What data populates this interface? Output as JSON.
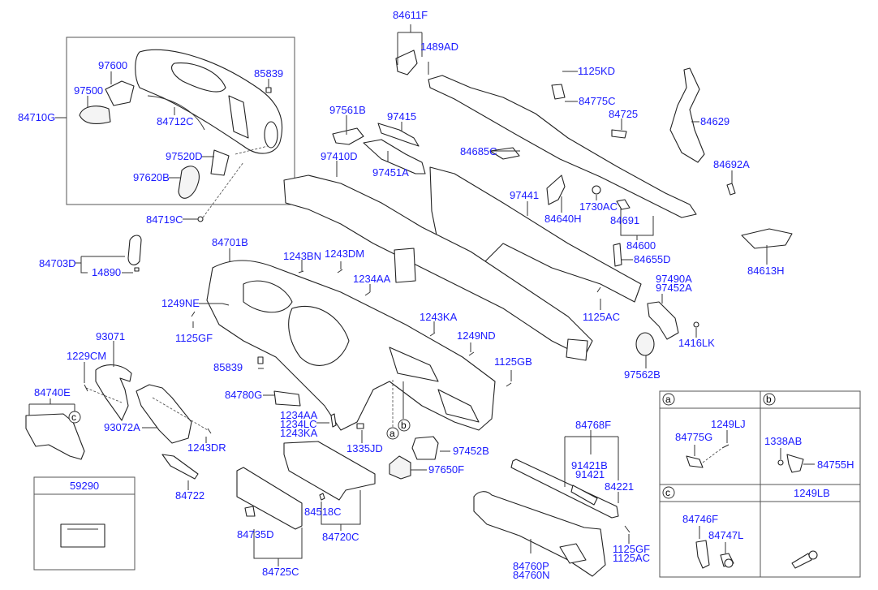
{
  "title": "Crash Pad / Instrument Panel Parts Diagram",
  "callouts": {
    "c84611F": "84611F",
    "c1489AD": "1489AD",
    "c1125KD": "1125KD",
    "c84775C": "84775C",
    "c84725": "84725",
    "c84629": "84629",
    "c84692A": "84692A",
    "c84613H": "84613H",
    "c97600": "97600",
    "c97500": "97500",
    "c85839_top": "85839",
    "c84710G": "84710G",
    "c84712C": "84712C",
    "c97520D": "97520D",
    "c97620B": "97620B",
    "c84719C": "84719C",
    "c97561B": "97561B",
    "c97415": "97415",
    "c97410D": "97410D",
    "c97451A": "97451A",
    "c84685C": "84685C",
    "c97441": "97441",
    "c84640H": "84640H",
    "c1730AC": "1730AC",
    "c84691": "84691",
    "c84600": "84600",
    "c84655D": "84655D",
    "c84703D": "84703D",
    "c14890": "14890",
    "c84701B": "84701B",
    "c1243BN": "1243BN",
    "c1243DM": "1243DM",
    "c1234AA_top": "1234AA",
    "c1249NE": "1249NE",
    "c1125GF_left": "1125GF",
    "c1243KA_mid": "1243KA",
    "c1249ND": "1249ND",
    "c1125GB": "1125GB",
    "c1125AC_mid": "1125AC",
    "c97490A": "97490A",
    "c97452A": "97452A",
    "c1416LK": "1416LK",
    "c97562B": "97562B",
    "c93071": "93071",
    "c1229CM": "1229CM",
    "c85839_mid": "85839",
    "c84740E": "84740E",
    "c93072A": "93072A",
    "c1243DR": "1243DR",
    "c84722": "84722",
    "c84780G": "84780G",
    "c1234AA_low": "1234AA",
    "c1234LC": "1234LC",
    "c1243KA_low": "1243KA",
    "c1335JD": "1335JD",
    "c97452B": "97452B",
    "c97650F": "97650F",
    "c84518C": "84518C",
    "c84720C": "84720C",
    "c84735D": "84735D",
    "c84725C": "84725C",
    "c84768F": "84768F",
    "c91421B": "91421B",
    "c91421": "91421",
    "c84221": "84221",
    "c1125GF_right": "1125GF",
    "c1125AC_right": "1125AC",
    "c84760P": "84760P",
    "c84760N": "84760N",
    "c59290": "59290"
  },
  "detail_table": {
    "cell_a": {
      "marker": "a",
      "labels": {
        "p1249LJ": "1249LJ",
        "p84775G": "84775G"
      }
    },
    "cell_b": {
      "marker": "b",
      "labels": {
        "p1338AB": "1338AB",
        "p84755H": "84755H"
      }
    },
    "cell_c": {
      "marker": "c",
      "labels": {
        "p84746F": "84746F",
        "p84747L": "84747L"
      }
    },
    "cell_d": {
      "header": "1249LB"
    }
  },
  "markers": {
    "a": "a",
    "b": "b",
    "c": "c"
  },
  "colors": {
    "label": "#1a1aff",
    "line": "#333333"
  }
}
